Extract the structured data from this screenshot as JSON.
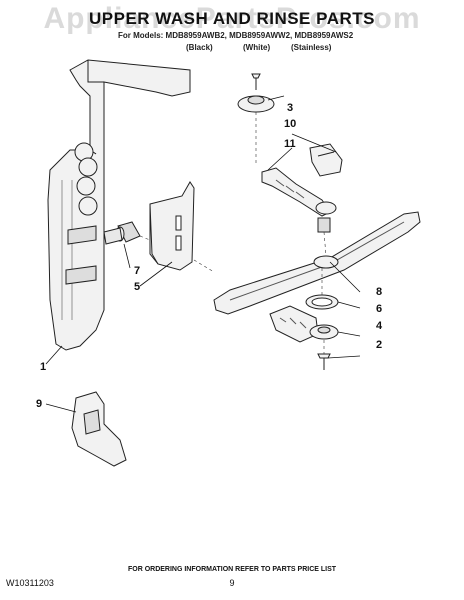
{
  "header": {
    "watermark": "AppliancePartsPros.com",
    "title": "UPPER WASH AND RINSE PARTS",
    "models": "For Models: MDB8959AWB2, MDB8959AWW2, MDB8959AWS2",
    "variants": [
      "(Black)",
      "(White)",
      "(Stainless)"
    ]
  },
  "callouts": [
    "3",
    "10",
    "11",
    "7",
    "5",
    "8",
    "6",
    "4",
    "2",
    "1",
    "9"
  ],
  "footer": {
    "doc_number": "W10311203",
    "ordering_note": "FOR ORDERING INFORMATION REFER TO PARTS PRICE LIST",
    "page_number": "9"
  }
}
